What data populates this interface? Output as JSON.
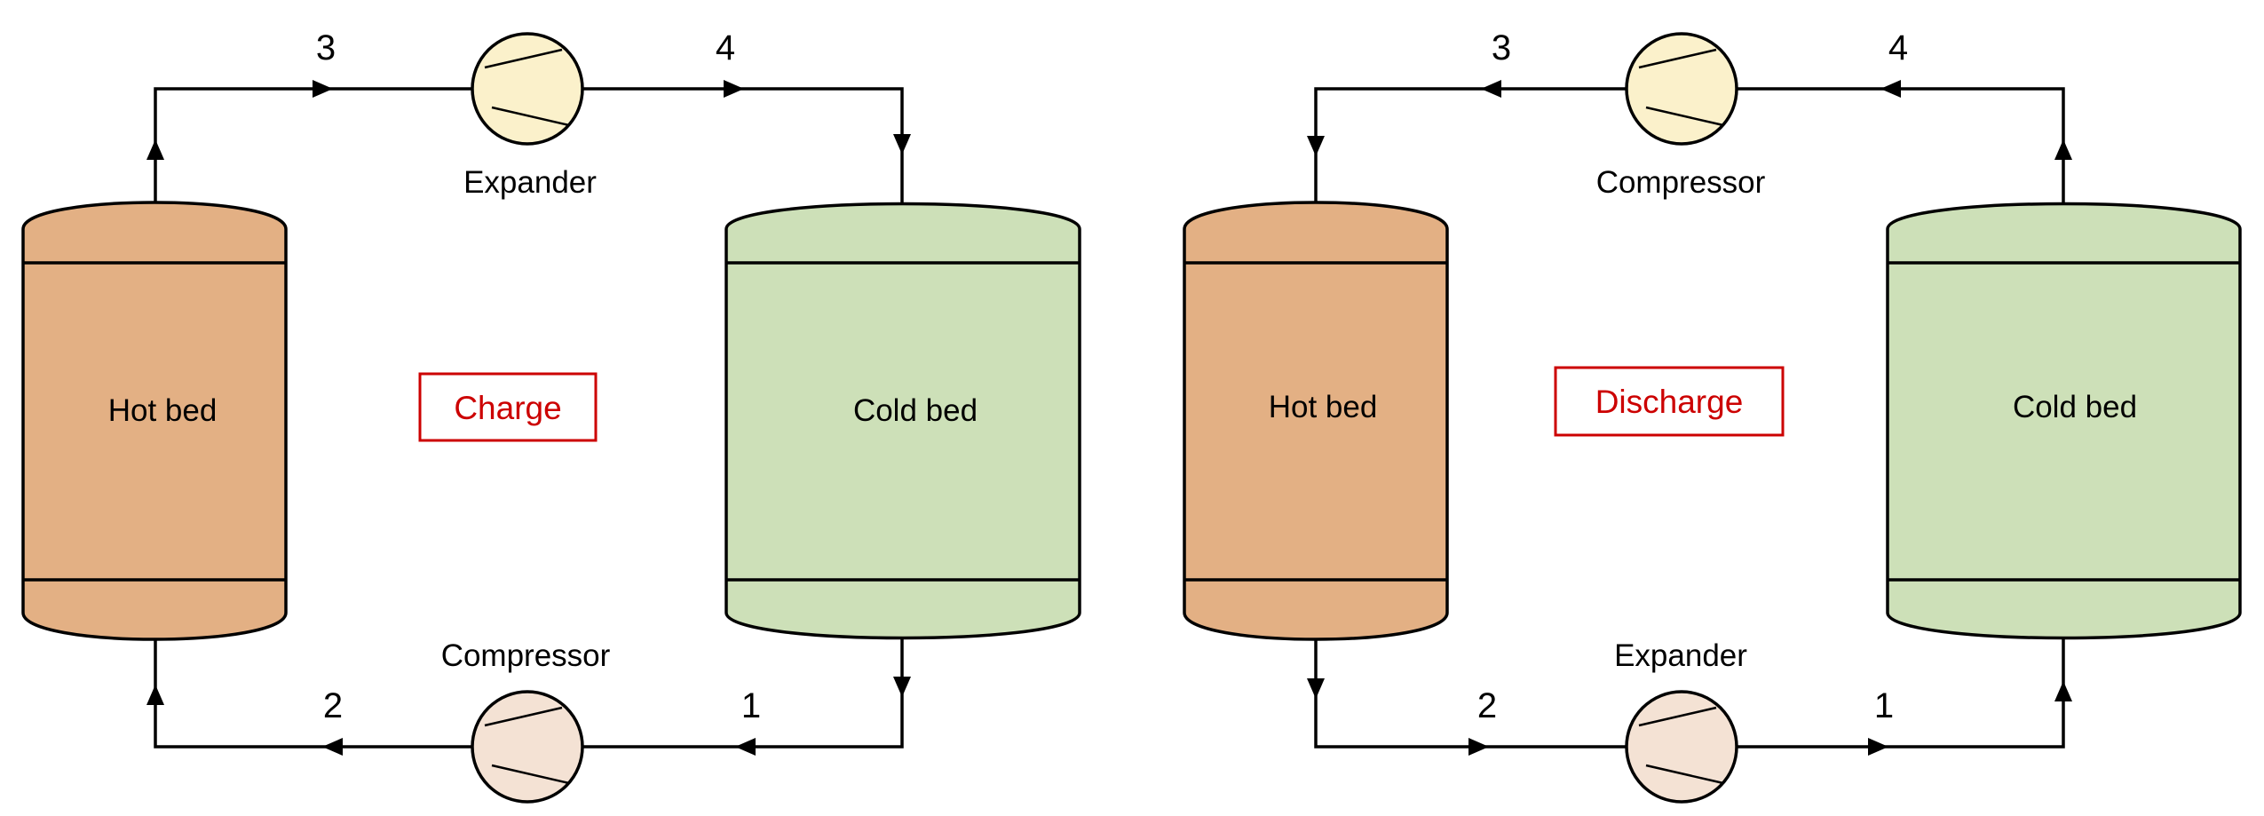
{
  "colors": {
    "hot_bed": "#e3b084",
    "cold_bed": "#cde0b8",
    "upper_machine": "#fbf1cb",
    "lower_machine": "#f4e2d4",
    "mode_label": "#cc0000",
    "line": "#000000"
  },
  "charge": {
    "mode": "Charge",
    "hot_bed": "Hot bed",
    "cold_bed": "Cold bed",
    "upper_machine": "Expander",
    "lower_machine": "Compressor",
    "states": {
      "s1": "1",
      "s2": "2",
      "s3": "3",
      "s4": "4"
    }
  },
  "discharge": {
    "mode": "Discharge",
    "hot_bed": "Hot bed",
    "cold_bed": "Cold bed",
    "upper_machine": "Compressor",
    "lower_machine": "Expander",
    "states": {
      "s1": "1",
      "s2": "2",
      "s3": "3",
      "s4": "4"
    }
  }
}
